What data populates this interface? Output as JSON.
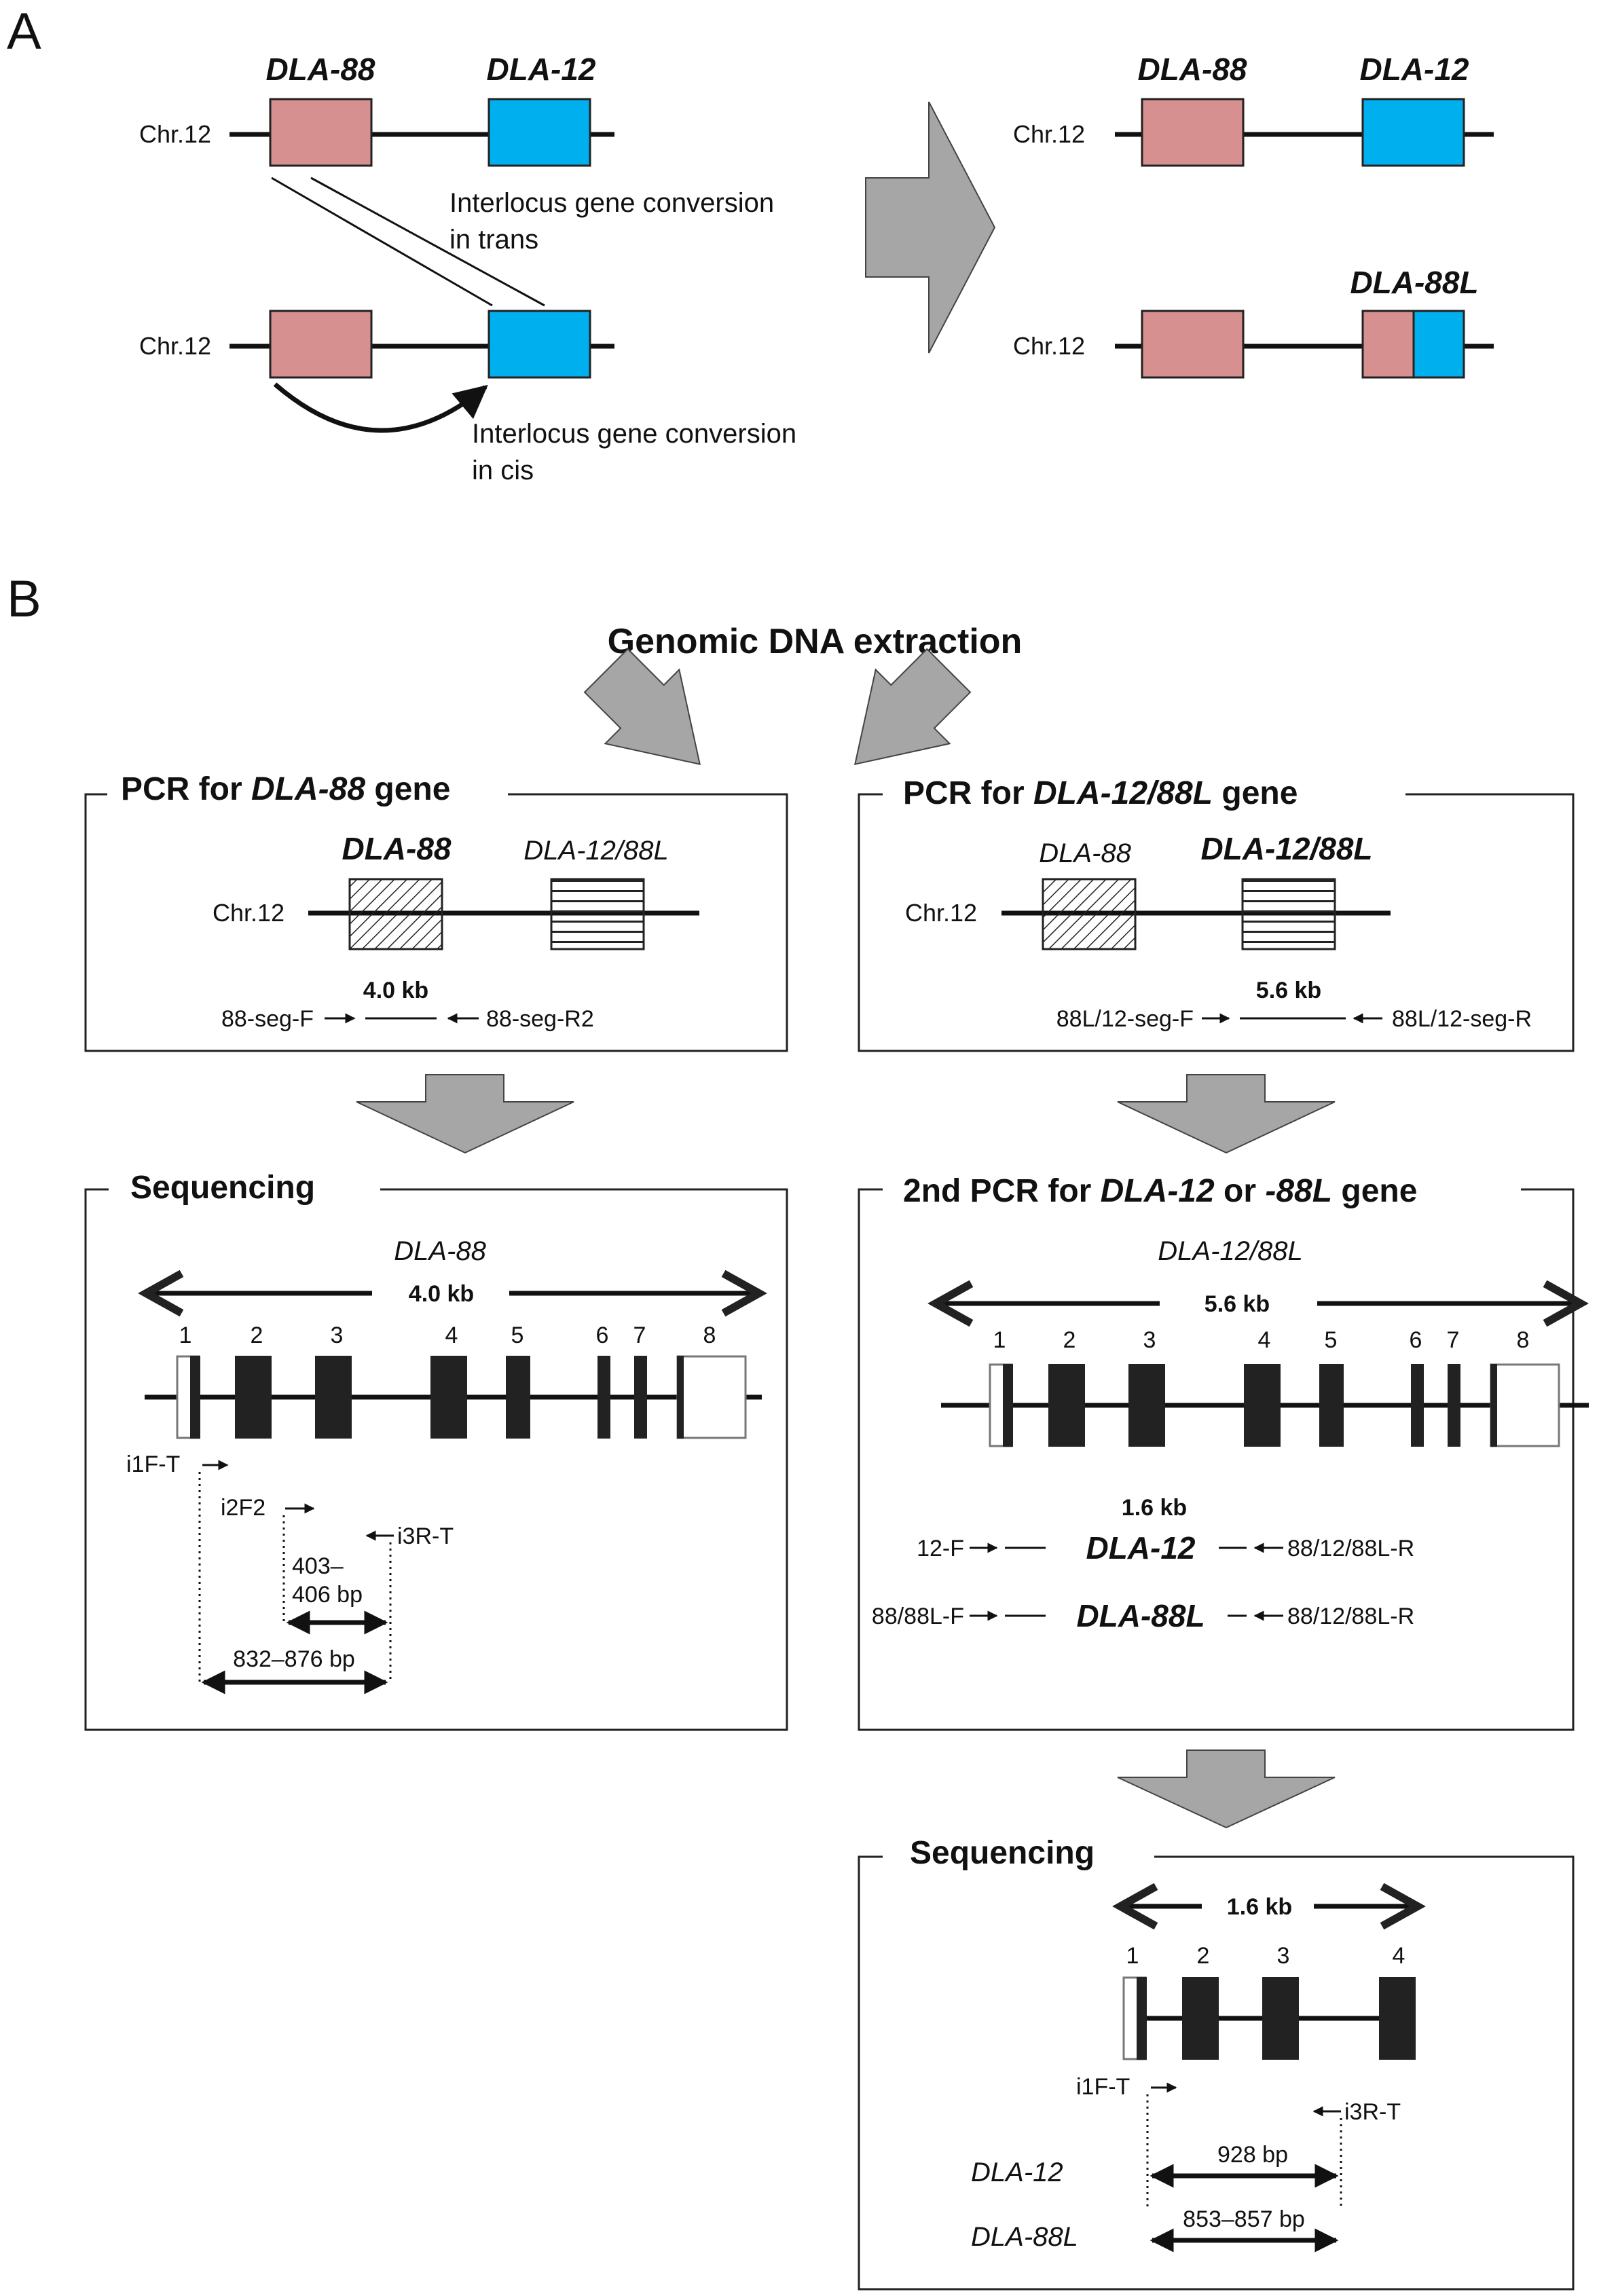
{
  "panelA": {
    "label": "A",
    "left": {
      "gene1": "DLA-88",
      "gene2": "DLA-12",
      "chr_top": "Chr.12",
      "chr_bottom": "Chr.12",
      "trans_line1": "Interlocus gene conversion",
      "trans_line2": "in trans",
      "cis_line1": "Interlocus gene conversion",
      "cis_line2": "in cis"
    },
    "right": {
      "gene1": "DLA-88",
      "gene2": "DLA-12",
      "gene3": "DLA-88L",
      "chr_top": "Chr.12",
      "chr_bottom": "Chr.12"
    },
    "colors": {
      "dla88": "#d79090",
      "dla12": "#00b0ee"
    }
  },
  "panelB": {
    "label": "B",
    "title": "Genomic DNA extraction",
    "pcr88": {
      "title_pre": "PCR for ",
      "title_gene": "DLA-88",
      "title_post": " gene",
      "gene_main": "DLA-88",
      "gene_other": "DLA-12/88L",
      "chr": "Chr.12",
      "size": "4.0 kb",
      "primer_f": "88-seg-F",
      "primer_r": "88-seg-R2"
    },
    "pcr12": {
      "title_pre": "PCR for ",
      "title_gene": "DLA-12/88L",
      "title_post": " gene",
      "gene_other": "DLA-88",
      "gene_main": "DLA-12/88L",
      "chr": "Chr.12",
      "size": "5.6 kb",
      "primer_f": "88L/12-seg-F",
      "primer_r": "88L/12-seg-R"
    },
    "seq88": {
      "title": "Sequencing",
      "gene": "DLA-88",
      "size": "4.0 kb",
      "exons": [
        "1",
        "2",
        "3",
        "4",
        "5",
        "6",
        "7",
        "8"
      ],
      "primer_i1f": "i1F-T",
      "primer_i2f": "i2F2",
      "primer_i3r": "i3R-T",
      "inner_line1": "403–",
      "inner_line2": "406 bp",
      "outer": "832–876 bp"
    },
    "pcr2nd": {
      "title_pre": "2nd PCR for ",
      "title_gene1": "DLA-12",
      "title_mid": " or ",
      "title_gene2": "-88L",
      "title_post": " gene",
      "gene": "DLA-12/88L",
      "size": "5.6 kb",
      "exons": [
        "1",
        "2",
        "3",
        "4",
        "5",
        "6",
        "7",
        "8"
      ],
      "amp_size": "1.6 kb",
      "row1_f": "12-F",
      "row1_gene": "DLA-12",
      "row1_r": "88/12/88L-R",
      "row2_f": "88/88L-F",
      "row2_gene": "DLA-88L",
      "row2_r": "88/12/88L-R"
    },
    "seq12": {
      "title": "Sequencing",
      "size": "1.6 kb",
      "exons": [
        "1",
        "2",
        "3",
        "4"
      ],
      "primer_i1f": "i1F-T",
      "primer_i3r": "i3R-T",
      "gene1": "DLA-12",
      "bp1": "928 bp",
      "gene2": "DLA-88L",
      "bp2": "853–857 bp"
    }
  }
}
